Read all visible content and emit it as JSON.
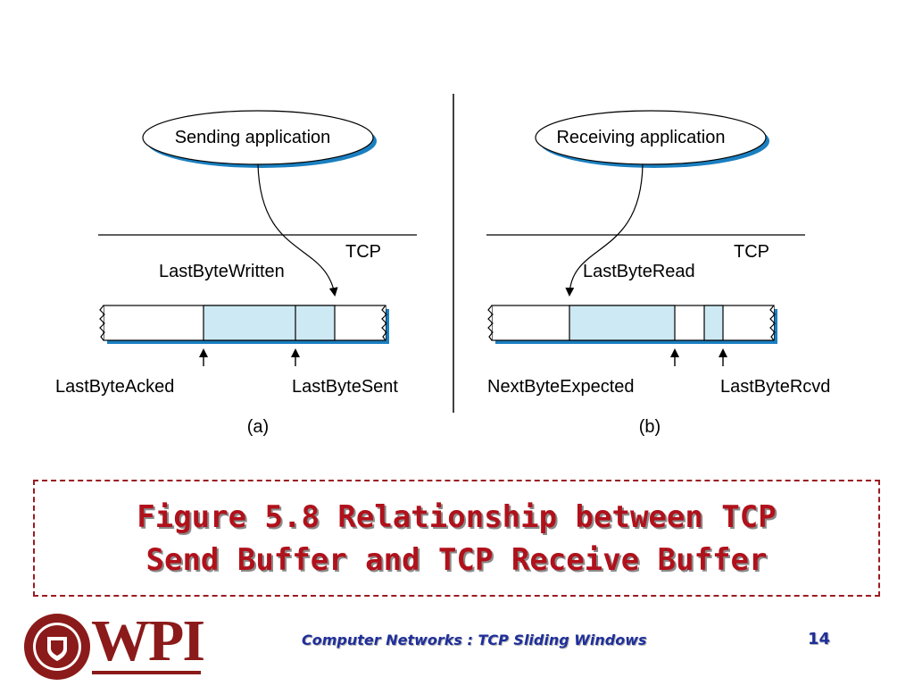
{
  "left": {
    "app_label": "Sending application",
    "tcp_label": "TCP",
    "top_pointer_label": "LastByteWritten",
    "bottom_left_label": "LastByteAcked",
    "bottom_right_label": "LastByteSent",
    "panel_label": "(a)"
  },
  "right": {
    "app_label": "Receiving application",
    "tcp_label": "TCP",
    "top_pointer_label": "LastByteRead",
    "bottom_left_label": "NextByteExpected",
    "bottom_right_label": "LastByteRcvd",
    "panel_label": "(b)"
  },
  "caption": {
    "line1": "Figure 5.8 Relationship between TCP",
    "line2": "Send Buffer and TCP Receive Buffer"
  },
  "footer": {
    "course": "Computer Networks : TCP Sliding Windows",
    "page": "14",
    "logo_text": "WPI"
  },
  "colors": {
    "buffer_fill": "#cde9f4",
    "shadow": "#1a7fc0",
    "caption": "#b0111b",
    "footer": "#1f2f9a",
    "logo": "#8b1a1a"
  }
}
